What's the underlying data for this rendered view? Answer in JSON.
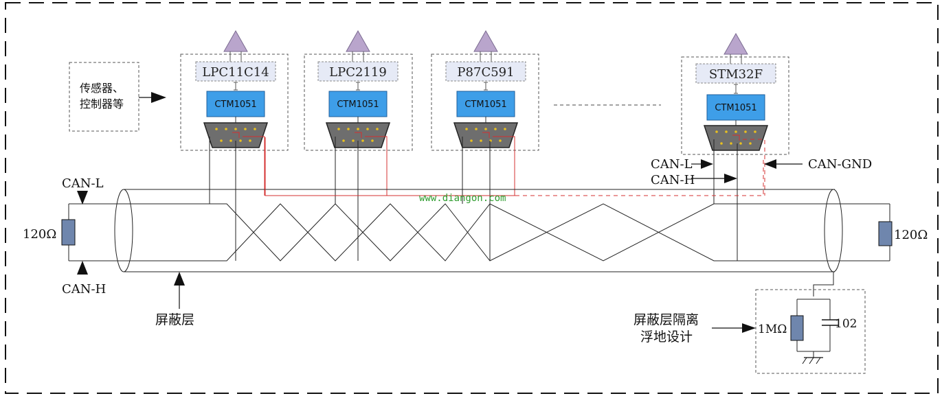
{
  "sensor_label": [
    "传感器、",
    "控制器等"
  ],
  "nodes": [
    {
      "mcu": "LPC11C14",
      "transceiver": "CTM1051"
    },
    {
      "mcu": "LPC2119",
      "transceiver": "CTM1051"
    },
    {
      "mcu": "P87C591",
      "transceiver": "CTM1051"
    },
    {
      "mcu": "STM32F",
      "transceiver": "CTM1051"
    }
  ],
  "left": {
    "can_l": "CAN-L",
    "can_h": "CAN-H",
    "resistor": "120Ω"
  },
  "right_resistor": "120Ω",
  "shield_label": "屏蔽层",
  "right_labels": {
    "can_l": "CAN-L",
    "can_h": "CAN-H",
    "can_gnd": "CAN-GND"
  },
  "watermark": "www.diangon.com",
  "isolation": {
    "label": [
      "屏蔽层隔离",
      "浮地设计"
    ],
    "resistor": "1MΩ",
    "capacitor": "102"
  },
  "colors": {
    "mcu_fill": "#e6eaf6",
    "transceiver_fill": "#3e9ee8",
    "connector_fill": "#6e6e6e",
    "antenna_fill": "#b9a5cc",
    "resistor_fill": "#6f86ad",
    "red_wire": "#d43030",
    "watermark": "#2e9c2e"
  }
}
